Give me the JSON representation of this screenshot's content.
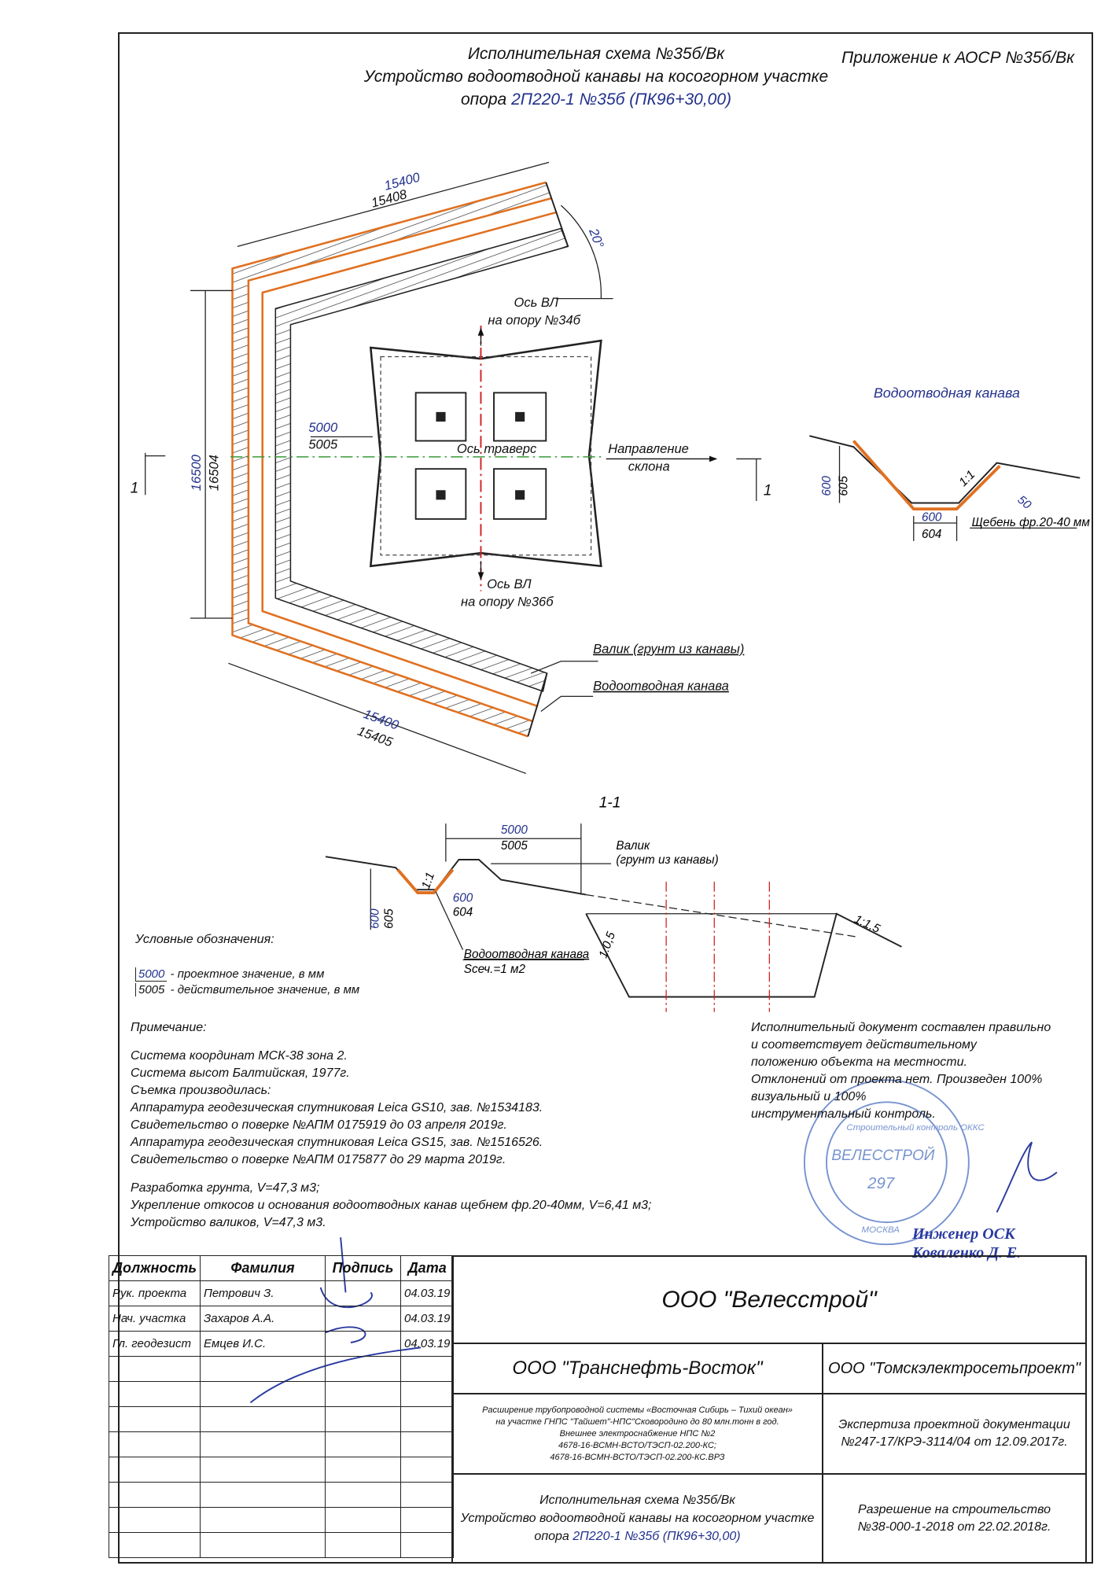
{
  "header": {
    "title_lines": [
      "Исполнительная схема №35б/Вк",
      "Устройство водоотводной канавы на косогорном участке"
    ],
    "title_line3_prefix": "опора",
    "title_line3_highlight": "2П220-1 №35б (ПК96+30,00)",
    "appendix": "Приложение к АОСР №35б/Вк"
  },
  "plan": {
    "dim_top_design": "15400",
    "dim_top_actual": "15408",
    "dim_left_design": "16500",
    "dim_left_actual": "16504",
    "dim_bottom_design": "15400",
    "dim_bottom_actual": "15405",
    "dim_inner_design": "5000",
    "dim_inner_actual": "5005",
    "angle": "20°",
    "axis_top": [
      "Ось ВЛ",
      "на опору №34б"
    ],
    "axis_bottom": [
      "Ось ВЛ",
      "на опору №36б"
    ],
    "axis_traverse": "Ось траверс",
    "slope_direction": [
      "Направление",
      "склона"
    ],
    "section_mark": "1",
    "label_berm": "Валик (грунт из канавы)",
    "label_ditch": "Водоотводная канава"
  },
  "ditch_detail": {
    "title": "Водоотводная канава",
    "depth_design": "600",
    "depth_actual": "605",
    "width_design": "600",
    "width_actual": "604",
    "slope": "1:1",
    "layer": "50",
    "gravel": "Щебень фр.20-40 мм"
  },
  "section": {
    "title": "1-1",
    "dim_design": "5000",
    "dim_actual": "5005",
    "berm": [
      "Валик",
      "(грунт из канавы)"
    ],
    "width_design": "600",
    "width_actual": "604",
    "depth_design": "600",
    "depth_actual": "605",
    "slope_ditch": "1:1",
    "slope_pit": "1:0,5",
    "slope_ground": "1:1,5",
    "ditch_label": "Водоотводная канава",
    "area": "Sсеч.=1 м2"
  },
  "legend": {
    "title": "Условные обозначения:",
    "design_value": "5000",
    "design_text": "- проектное значение, в мм",
    "actual_value": "5005",
    "actual_text": "- действительное значение, в мм"
  },
  "notes": {
    "title": "Примечание:",
    "lines": [
      "Система координат МСК-38 зона 2.",
      "Система высот Балтийская, 1977г.",
      "Съемка производилась:",
      "Аппаратура геодезическая спутниковая Leica GS10, зав. №1534183.",
      "Свидетельство о поверке №АПМ 0175919 до 03 апреля 2019г.",
      "Аппаратура геодезическая спутниковая Leica GS15, зав. №1516526.",
      "Свидетельство о поверке №АПМ 0175877 до 29 марта 2019г."
    ],
    "volumes": [
      "Разработка грунта, V=47,3 м3;",
      "Укрепление откосов и основания водоотводных канав щебнем фр.20-40мм, V=6,41 м3;",
      "Устройство валиков, V=47,3 м3."
    ]
  },
  "statement": {
    "lines": [
      "Исполнительный документ составлен правильно",
      "и соответствует действительному",
      "положению объекта на местности.",
      "Отклонений от проекта нет. Произведен 100%",
      "визуальный и 100%",
      "инструментальный контроль."
    ],
    "signer_title": "Инженер ОСК",
    "signer_name": "Коваленко Д. Е.",
    "stamp": {
      "top": "Строительный контроль ОККС",
      "name": "ВЕЛЕССТРОЙ",
      "number": "297",
      "city": "МОСКВА"
    }
  },
  "title_block": {
    "headers": [
      "Должность",
      "Фамилия",
      "Подпись",
      "Дата"
    ],
    "rows": [
      {
        "role": "Рук. проекта",
        "name": "Петрович З.",
        "date": "04.03.19"
      },
      {
        "role": "Нач. участка",
        "name": "Захаров А.А.",
        "date": "04.03.19"
      },
      {
        "role": "Гл. геодезист",
        "name": "Емцев И.С.",
        "date": "04.03.19"
      }
    ],
    "contractor": "ООО \"Велесстрой\"",
    "customer": "ООО \"Транснефть-Восток\"",
    "designer": "ООО \"Томскэлектросетьпроект\"",
    "project_lines": [
      "Расширение трубопроводной системы «Восточная Сибирь – Тихий океан»",
      "на участке ГНПС \"Тайшет\"-НПС\"Сковородино до 80 млн.тонн в год.",
      "Внешнее электроснабжение НПС №2",
      "4678-16-ВСМН-ВСТО/ТЭСП-02.200-КС;",
      "4678-16-ВСМН-ВСТО/ТЭСП-02.200-КС.ВРЗ"
    ],
    "expertise": [
      "Экспертиза проектной документации",
      "№247-17/КРЭ-3114/04 от 12.09.2017г."
    ],
    "doc_title": [
      "Исполнительная схема №35б/Вк",
      "Устройство водоотводной канавы на косогорном участке"
    ],
    "doc_title3_prefix": "опора",
    "doc_title3_highlight": "2П220-1 №35б (ПК96+30,00)",
    "permit": [
      "Разрешение на строительство",
      "№38-000-1-2018 от 22.02.2018г."
    ]
  },
  "colors": {
    "dimension_blue": "#22308c",
    "ditch_orange": "#e07020",
    "axis_red": "#d02020",
    "axis_green": "#3a9a3a",
    "stamp_blue": "#4a6fc0"
  }
}
